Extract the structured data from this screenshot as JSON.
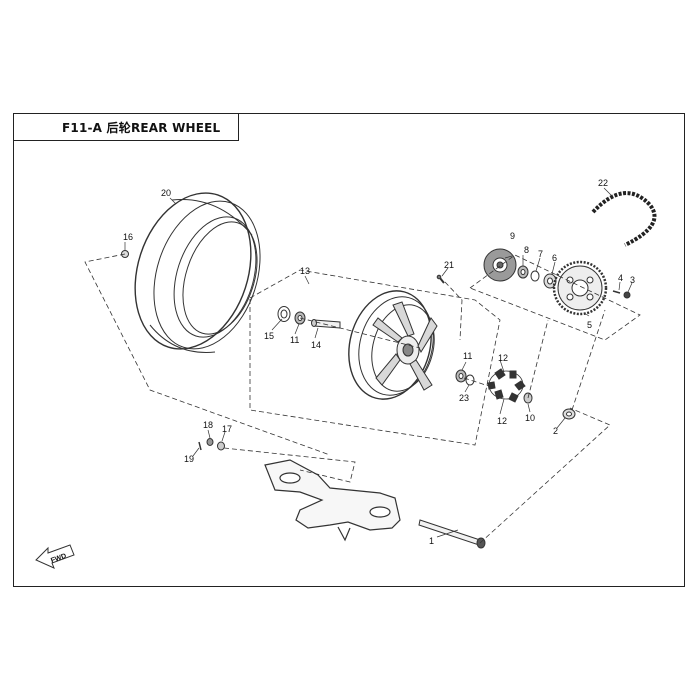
{
  "title": "F11-A  后轮REAR WHEEL",
  "callouts": {
    "c1": "1",
    "c2": "2",
    "c3": "3",
    "c4": "4",
    "c5": "5",
    "c6": "6",
    "c7": "7",
    "c8": "8",
    "c9": "9",
    "c10": "10",
    "c11a": "11",
    "c11b": "11",
    "c12a": "12",
    "c12b": "12",
    "c13": "13",
    "c14": "14",
    "c15": "15",
    "c16": "16",
    "c17": "17",
    "c18": "18",
    "c19": "19",
    "c20": "20",
    "c21": "21",
    "c22": "22",
    "c23": "23"
  },
  "fwd_label": "FWD"
}
